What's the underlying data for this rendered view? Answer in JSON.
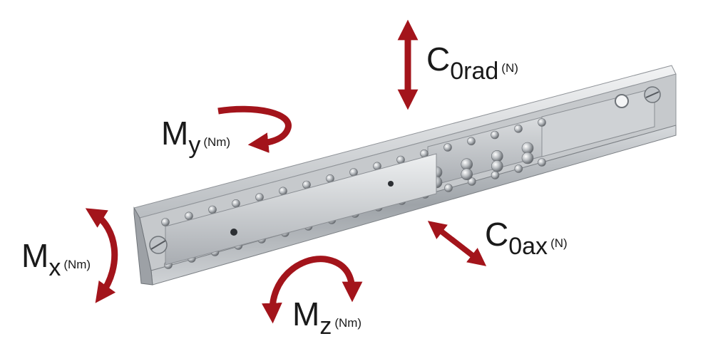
{
  "labels": {
    "c0rad": {
      "main": "C",
      "sub": "0rad",
      "unit": "(N)"
    },
    "my": {
      "main": "M",
      "sub": "y",
      "unit": "(Nm)"
    },
    "mx": {
      "main": "M",
      "sub": "x",
      "unit": "(Nm)"
    },
    "mz": {
      "main": "M",
      "sub": "z",
      "unit": "(Nm)"
    },
    "c0ax": {
      "main": "C",
      "sub": "0ax",
      "unit": "(N)"
    }
  },
  "colors": {
    "arrow": "#a3141b",
    "rail_light": "#dcdee0",
    "rail_mid": "#aeb2b6",
    "rail_dark": "#6f7479"
  }
}
